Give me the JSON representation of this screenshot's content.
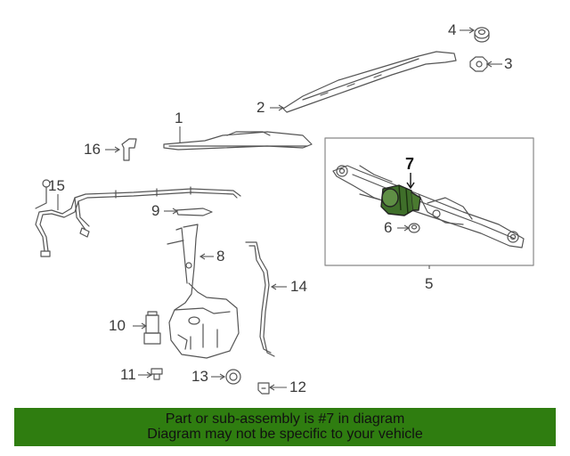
{
  "callouts": {
    "c1": "1",
    "c2": "2",
    "c3": "3",
    "c4": "4",
    "c5": "5",
    "c6": "6",
    "c7": "7",
    "c8": "8",
    "c9": "9",
    "c10": "10",
    "c11": "11",
    "c12": "12",
    "c13": "13",
    "c14": "14",
    "c15": "15",
    "c16": "16"
  },
  "highlight_part": "7",
  "banner": {
    "line1": "Part or sub-assembly is #7 in diagram",
    "line2": "Diagram may not be specific to your vehicle"
  },
  "colors": {
    "banner_bg": "#2f7d10",
    "line": "#555555",
    "highlight_fill": "#3f6f2a"
  }
}
